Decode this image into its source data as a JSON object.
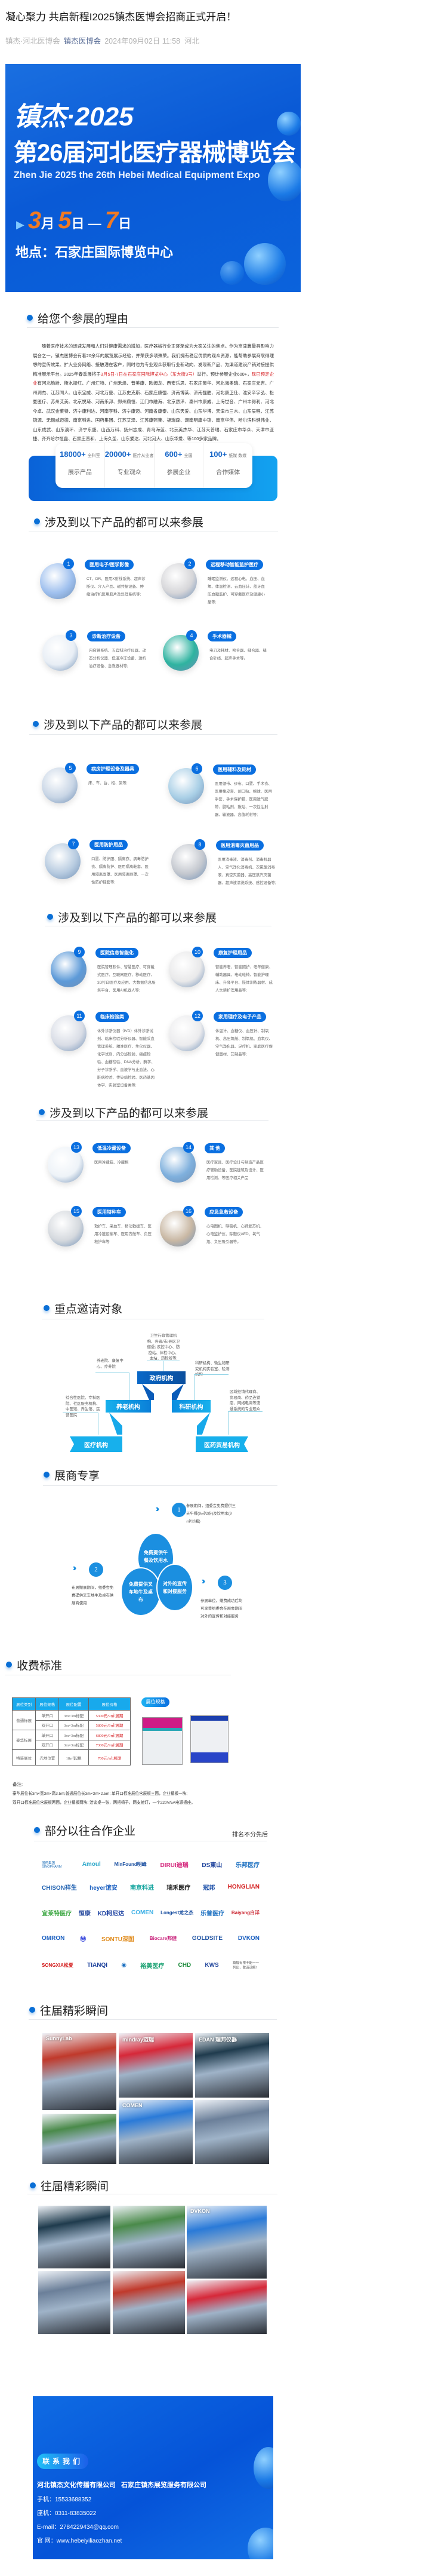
{
  "article": {
    "title": "凝心聚力 共启新程I2025镇杰医博会招商正式开启！",
    "author": "镇杰·河北医博会",
    "account": "镇杰医博会",
    "datetime": "2024年09月02日 11:58",
    "location": "河北"
  },
  "banner": {
    "line1": "镇杰·2025",
    "line2": "第26届河北医疗器械博览会",
    "line3": "Zhen Jie 2025 the 26th Hebei Medical Equipment Expo",
    "date_month": "3",
    "date_month_unit": "月",
    "date_start": "5",
    "date_day_unit": "日",
    "date_dash": "—",
    "date_end": "7",
    "date_end_unit": "日",
    "venue": "地点：石家庄国际博览中心",
    "accent_color": "#f07a23"
  },
  "reasons": {
    "heading": "给您个参展的理由",
    "para_1": "随着医疗技术的迅速发展和人们对健康需求的增加，医疗器械行业正逐渐成为大家关注的焦点。作为京津冀最具影响力展会之一，镇杰医博会有着20余年的展览展示经验，并荣获多项殊荣。我们拥有稳定优质的观众资源，能帮助参展商取得理想的宣传效果、扩大业务网络、接触潜在客户，同时也为专业观众获取行业新动向、发现新产品、为渠道建设产销对接提供精准展示平台。2025年春季展将于",
    "para_red_1": "3月5日-7日在石家庄国际博览中心（东大街3号）",
    "para_2": "举行。预计参展企业600+，",
    "para_red_2": "现已预定企业",
    "para_3": "有河北韵皓、衡水振红、广州汇特、广州禾烽、普美康、欧姆龙、西安乐思、石家庄策华、河北海奥瑞、石家庄元吉、广州润杰、江苏同人、山东宝威、河北万曼、江苏史克斯、石家庄康强、济南博莱、济南强胜、河北康卫仕、淮安辛宇弘、松夏医疗、苏州艾美、北京悦琦、河南乐邦、郑州鼎恒、江门市融海、北京然泽、泰州市康威、上海世音、广州丰得利、河北今卓、武汉金莱特、济宁康利达、河南亨科、济宁康迈、河南省康泰、山东天爱、山东华博、天津市三木、山东辰程、江苏锦源、无锡威迈德、南京科进、国药集团、江苏艾泽、江苏康熙莱、福瑞森、湖南明康中锦、南京华伟、哈尔滨科健伟业、山东成武、山东澳环、济宁东盛、山西万科、扬州志成、青岛海蓝、北京英杰华、江苏天普瑞、石家庄市华众、天津市亚捷、齐齐哈尔恒鑫、石家庄普和、上海久圣、山东爱达、河北河大、山东华爱、等100多家品牌。",
    "stats": [
      {
        "num": "18000+",
        "unit": "全科室",
        "label": "展示产品"
      },
      {
        "num": "20000+",
        "unit": "医疗从业者",
        "label": "专业观众"
      },
      {
        "num": "600+",
        "unit": "全国",
        "label": "参展企业"
      },
      {
        "num": "100+",
        "unit": "纸媒 数媒",
        "label": "合作媒体"
      }
    ]
  },
  "products_heading": "涉及到以下产品的都可以来参展",
  "products": [
    {
      "no": "1",
      "title": "医用电子/医学影像",
      "desc": "CT、DR、医用X射线系统、超声诊断仪、介入产品、磁共振设备、肿瘤治疗机医用胶片及处理系统等;",
      "tint": "#9fc0ee"
    },
    {
      "no": "2",
      "title": "远程移动智能监护医疗",
      "desc": "睡眠监测仪、远程心电、血压、血氧、体温检测、云血压计、蓝牙血压血糖监护、可穿戴医疗及健康小屋等;",
      "tint": "#d6d6d9"
    },
    {
      "no": "3",
      "title": "诊断治疗设备",
      "desc": "内窥镜系统、五官科治疗仪器、动态分析仪器、低温冷冻设备、透析治疗设备、急救器材等;",
      "tint": "#e8eef5"
    },
    {
      "no": "4",
      "title": "手术器械",
      "desc": "电刀及耗材、吻合器、缝合器、缝合针线、超声手术等。",
      "tint": "#2fb3a0"
    },
    {
      "no": "5",
      "title": "病房护理设备及器具",
      "desc": "床、车、台、柜、架等;",
      "tint": "#c9d6e6"
    },
    {
      "no": "6",
      "title": "医用辅料及耗材",
      "desc": "医用绷带、纱布、口罩、手术衣、医用橡皮膏、创口贴、棉球、医用手套、手术保护膜、医用透气胶带、胶粘剂、敷贴、一次性注射器、输液器、高值耗材等;",
      "tint": "#a9cfe6"
    },
    {
      "no": "7",
      "title": "医用防护用品",
      "desc": "口罩、防护服、隔离衣、病毒防护衣、隔离防护、医用隔离鞋套、医用隔离面罩、医用隔离眼罩、一次性防护鞋套等;",
      "tint": "#b7cbe0"
    },
    {
      "no": "8",
      "title": "医用消毒灭菌用品",
      "desc": "医用消毒液、消毒剂、消毒机器人、空气净化消毒机、次氯酸消毒液、真空灭菌器、高压蒸汽灭菌器、超声波清洗系统、感控设备等;",
      "tint": "#c4c8cf"
    },
    {
      "no": "9",
      "title": "医院信息智能化",
      "desc": "医院管理软件、智慧医疗、可穿戴式医疗、互联网医疗、移动医疗、3D打印医疗及应用、大数据信息服务平台、医用AI机器人等;",
      "tint": "#5d9ad8"
    },
    {
      "no": "10",
      "title": "康复护理用品",
      "desc": "智能养老、智能照护、老年健康、辅助器具、电动轮椅、智能护理床、升降平台、肢体训练器材、成人失禁护理用品等;",
      "tint": "#e9e9ea"
    },
    {
      "no": "11",
      "title": "临床检验类",
      "desc": "体外诊断仪器（IVD）体外诊断试剂、临床检验分析仪器、智能采血管理系统、精准医疗、生化仪器、化学试剂、内分泌检验、癌症检验、血糖检验、DNA分析、酶学、分子诊断学、血液学与止血法、心脏病检验、传染病检验、医药基因体学、实验室设备类等;",
      "tint": "#d9dde6"
    },
    {
      "no": "12",
      "title": "家用理疗及电子产品",
      "desc": "体温计、血糖仪、血压计、制氧机、高压氧舱、制氧机、血氧仪、空气净化器、足疗机、家庭医疗保健器材、艾制品等;",
      "tint": "#ececee"
    },
    {
      "no": "13",
      "title": "低温冷藏设备",
      "desc": "医用冷藏箱、冷藏柜",
      "tint": "#eef3f8"
    },
    {
      "no": "14",
      "title": "其 他",
      "desc": "医疗家具、医疗设计与制造产品医疗辅助设备、医院建筑及设计、医用检测、等医疗相关产品",
      "tint": "#7fb0dd"
    },
    {
      "no": "15",
      "title": "医用特种车",
      "desc": "救护车、采血车、移动救援车、医用冷链运输车、医用方舱车、负压救护车等",
      "tint": "#d5d9de"
    },
    {
      "no": "16",
      "title": "应急急救设备",
      "desc": "心电图机、呼吸机、心肺复苏机、心电监护仪、除颤仪AED、氧气瓶、负压吸引器等。",
      "tint": "#c9b8a4"
    }
  ],
  "invite": {
    "heading": "重点邀请对象",
    "gov": {
      "label": "政府机构",
      "desc": "卫生行政管理机构、各省/市/县区卫健委; 疾控中心、防疫站、体检中心、血站、药检所等;"
    },
    "elder": {
      "label": "养老机构",
      "desc": "养老院、康复中心、疗养院"
    },
    "research": {
      "label": "科研机构",
      "desc": "科研机构、微生物研究机构实验室、检测机构"
    },
    "medical": {
      "label": "医疗机构",
      "desc": "综合性医院、专科医院、社区服务机构、中医馆、养生馆、民营医院"
    },
    "trade": {
      "label": "医药贸易机构",
      "desc": "区域经销代理商、贸易商、药品连锁店、网络电商等流通系统的专业观众"
    }
  },
  "benefits": {
    "heading": "展商专享",
    "items": [
      {
        "no": "1",
        "bubble": "免费提供午餐及饮用水",
        "text": "参展期间，组委会免费提供三天午餐(9㎡/2份)及饮用水(9㎡/12瓶)"
      },
      {
        "no": "2",
        "bubble": "免费提供叉车地牛及桌布",
        "text": "布展撤展期间，组委会免费提供叉车地牛及桌布供展商使用"
      },
      {
        "no": "3",
        "bubble": "对外的宣传和对接服务",
        "text": "参展单位，缴费成功后均可享受组委会在展会期间对外的宣传和对接服务"
      }
    ]
  },
  "fees": {
    "heading": "收费标准",
    "columns": [
      "展位类别",
      "展位规格",
      "展位配置",
      "展位价格"
    ],
    "groups": [
      {
        "category": "普通标展",
        "rows": [
          [
            "单开口",
            "3m×3m标配",
            "5300元/9㎡/展期"
          ],
          [
            "双开口",
            "3m×3m标配",
            "5800元/9㎡/展期"
          ]
        ]
      },
      {
        "category": "豪华标展",
        "rows": [
          [
            "单开口",
            "3m×3m标配",
            "6800元/9㎡/展期"
          ],
          [
            "双开口",
            "3m×3m标配",
            "7300元/9㎡/展期"
          ]
        ]
      },
      {
        "category": "特装展位",
        "rows": [
          [
            "光地位置",
            "18㎡起租",
            "700元/㎡/展期"
          ]
        ]
      }
    ],
    "booth_label": "展位规格",
    "note_title": "备注:",
    "note_1": "豪华展位长3m×宽3m×高3.5m;普通展位长3m×3m×2.5m; 单开口标准展位含展板三面，企业楣板一块;",
    "note_2": "双开口标准展位含展板两面，企业楣板两块; 洽谈桌一张，两把椅子，两支射灯，一个220V/5A电源插座。"
  },
  "partners": {
    "heading": "部分以往合作企业",
    "order_note": "排名不分先后",
    "rows": [
      [
        {
          "name": "国药集团 SINOPHARM",
          "color": "#1d6fb8"
        },
        {
          "name": "Amoul",
          "color": "#2aa7c9"
        },
        {
          "name": "MinFound明峰",
          "color": "#1a4fa0"
        },
        {
          "name": "DIRUI迪瑞",
          "color": "#d4237a"
        },
        {
          "name": "DS東山",
          "color": "#1a3f9a"
        },
        {
          "name": "乐邦医疗",
          "color": "#1a6fc0"
        }
      ],
      [
        {
          "name": "CHISON祥生",
          "color": "#1d5fb0"
        },
        {
          "name": "heyer谊安",
          "color": "#1a5fc0"
        },
        {
          "name": "南京科进",
          "color": "#19a6a0"
        },
        {
          "name": "瑞禾医疗",
          "color": "#222"
        },
        {
          "name": "冠邦",
          "color": "#1b4fa8"
        },
        {
          "name": "HONGLIAN",
          "color": "#d42020"
        }
      ],
      [
        {
          "name": "宜莱特医疗",
          "color": "#3aa640"
        },
        {
          "name": "恒康",
          "color": "#2b4da0"
        },
        {
          "name": "KD柯尼达",
          "color": "#1a3fa0"
        },
        {
          "name": "COMEN",
          "color": "#3db0e6"
        },
        {
          "name": "Longest龙之杰",
          "color": "#1a4fa0"
        },
        {
          "name": "乐普医疗",
          "color": "#1a6fc0"
        },
        {
          "name": "Baiyang白洋",
          "color": "#c81e2a"
        }
      ],
      [
        {
          "name": "OMRON",
          "color": "#1a5fc0"
        },
        {
          "name": "Ⓦ",
          "color": "#1c2ed8"
        },
        {
          "name": "SONTU深图",
          "color": "#e08a1a"
        },
        {
          "name": "Biocare邦健",
          "color": "#c8207a"
        },
        {
          "name": "GOLDSITE",
          "color": "#1a4fa0"
        },
        {
          "name": "DVKON",
          "color": "#1a5fc0"
        }
      ],
      [
        {
          "name": "SONGXIA松夏",
          "color": "#d42020"
        },
        {
          "name": "TIANQI",
          "color": "#1a3f9a"
        },
        {
          "name": "◉",
          "color": "#1a6fc0"
        },
        {
          "name": "裕美医疗",
          "color": "#18a070"
        },
        {
          "name": "CHD",
          "color": "#1a8a3a"
        },
        {
          "name": "KWS",
          "color": "#2a4da0"
        },
        {
          "name": "篇幅有限不能一一列出，敬请谅解!",
          "color": "#555"
        }
      ]
    ]
  },
  "moments": {
    "heading": "往届精彩瞬间",
    "grid1": [
      "SunnyLab",
      "mindray迈瑞",
      "EDAN 理邦仪器",
      "",
      "COMEN",
      ""
    ],
    "grid2": [
      "",
      "",
      "DVKON",
      "",
      "",
      ""
    ]
  },
  "contact": {
    "label": "联系我们",
    "company_1": "河北镇杰文化传播有限公司",
    "company_2": "石家庄镇杰展览服务有限公司",
    "mobile": "手机：15533688352",
    "phone": "座机：0311-83835022",
    "email": "E-mail：2784229434@qq.com",
    "website": "官  网：www.hebeiyiliaozhan.net"
  }
}
